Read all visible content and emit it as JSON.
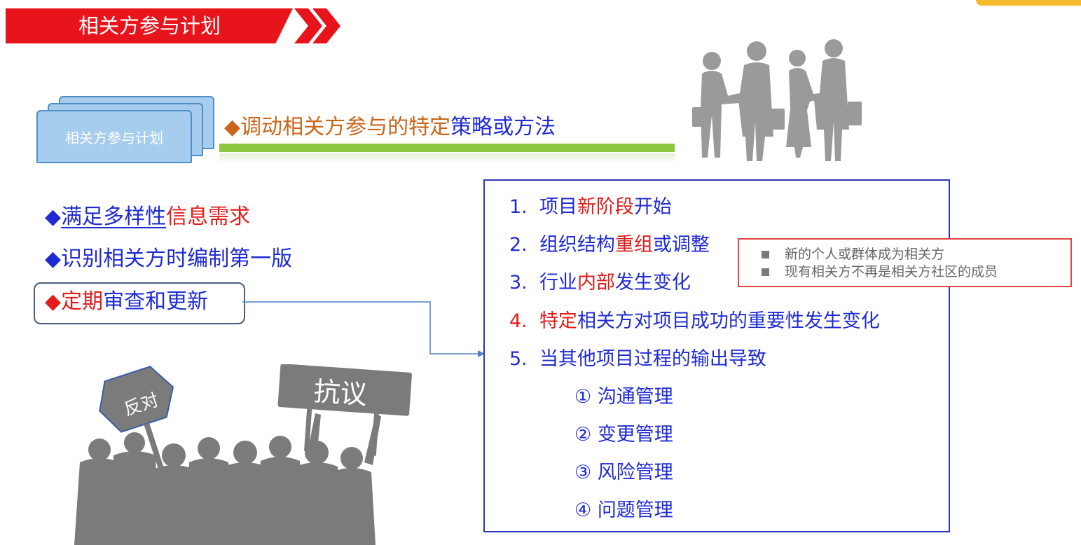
{
  "header": {
    "title": "相关方参与计划"
  },
  "document_icon": {
    "label": "相关方参与计划"
  },
  "strategy": {
    "diamond": "◆",
    "part1": "调动相关方参与的特定",
    "part2": "策略或方法"
  },
  "bullets": {
    "diamond": "◆",
    "item1": {
      "part1": "满足多样性",
      "part2": "信息需求"
    },
    "item2": "识别相关方时编制第一版",
    "item3": {
      "part1": "定期",
      "part2": "审查和更新"
    }
  },
  "changes": {
    "item1": {
      "num": "1.",
      "a": "项目",
      "b": "新阶段",
      "c": "开始"
    },
    "item2": {
      "num": "2.",
      "a": "组织结构",
      "b": "重组",
      "c": "或调整"
    },
    "item3": {
      "num": "3.",
      "a": "行业",
      "b": "内部",
      "c": "发生变化"
    },
    "item4": {
      "num": "4.",
      "a": "特定",
      "b": "相关方对项目成功的重要性发生变化"
    },
    "item5": {
      "num": "5.",
      "a": "当其他项目过程的输出导致"
    },
    "sub": [
      {
        "num": "①",
        "label": "沟通管理"
      },
      {
        "num": "②",
        "label": "变更管理"
      },
      {
        "num": "③",
        "label": "风险管理"
      },
      {
        "num": "④",
        "label": "问题管理"
      }
    ]
  },
  "note": {
    "line1": "新的个人或群体成为相关方",
    "line2": "现有相关方不再是相关方社区的成员"
  },
  "protest": {
    "sign_left": "反对",
    "sign_right": "抗议"
  },
  "colors": {
    "banner_red": "#e8141b",
    "accent_blue": "#1f2bd2",
    "accent_red": "#e21b1b",
    "strategy_orange": "#c9661b",
    "green_bar": "#8dc63f",
    "silhouette": "#7b7b7b"
  }
}
